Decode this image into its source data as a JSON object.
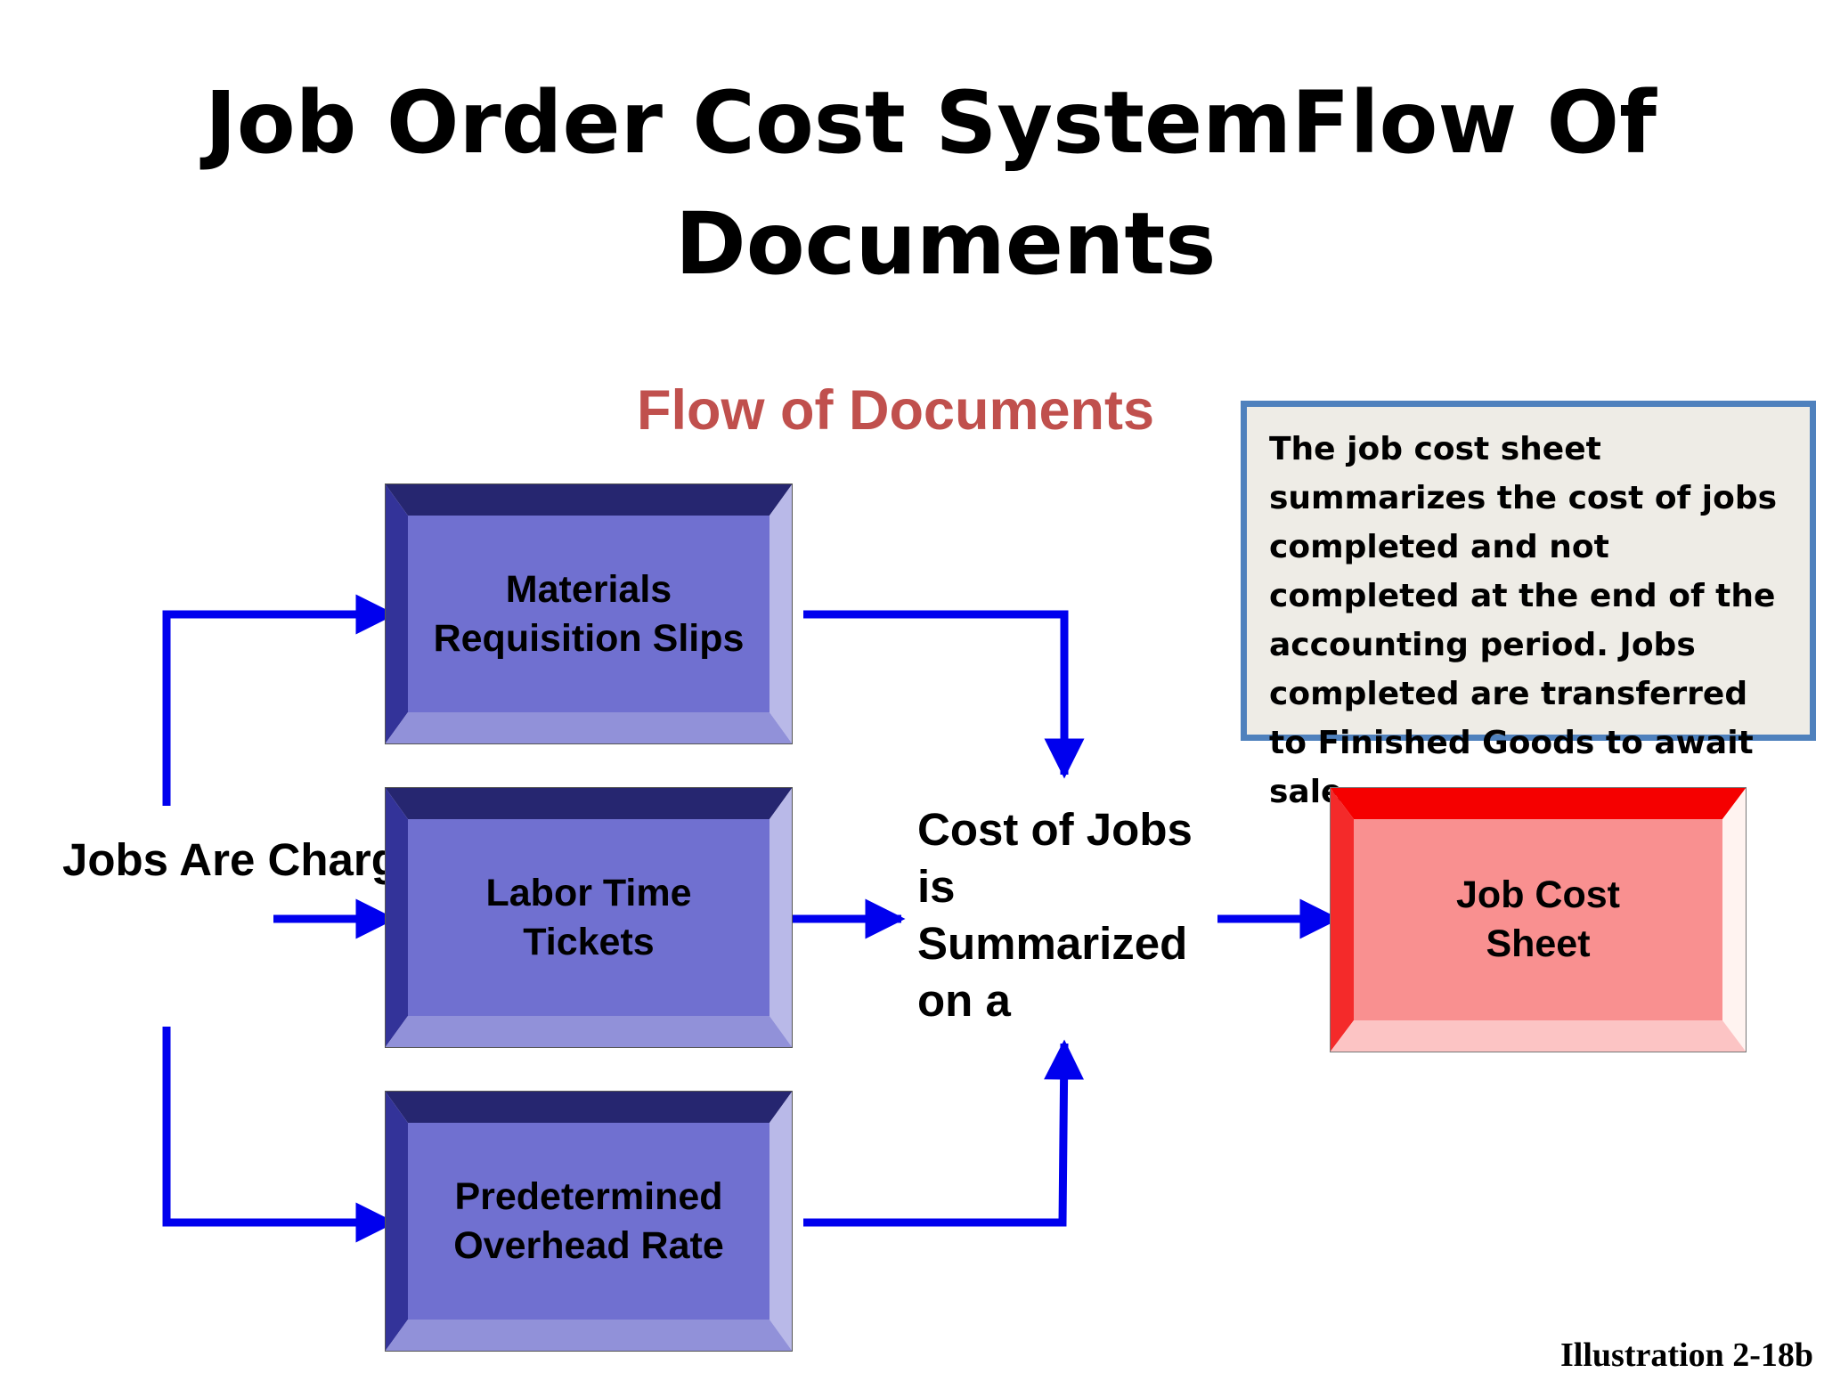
{
  "title": {
    "line1_left": "Job Order Cost System",
    "line1_right": "Flow Of",
    "line2": "Documents"
  },
  "subtitle": "Flow of Documents",
  "note": "The job cost sheet summarizes the cost of jobs completed and not completed at the end of the accounting period.  Jobs completed are transferred to Finished Goods to await sale.",
  "nodes": {
    "source": "Jobs Are Charged Through",
    "materials": "Materials Requisition Slips",
    "labor": "Labor Time Tickets",
    "overhead": "Predetermined Overhead Rate",
    "summary": "Cost of Jobs is Summarized on a",
    "job_cost_sheet": "Job Cost Sheet"
  },
  "illustration_label": "Illustration 2-18b",
  "colors": {
    "arrow": "#0000ee",
    "box_blue": "#7070d0",
    "box_red": "#f99090",
    "subtitle": "#c0504d",
    "note_border": "#4f81bd",
    "note_fill": "#eeece6"
  }
}
